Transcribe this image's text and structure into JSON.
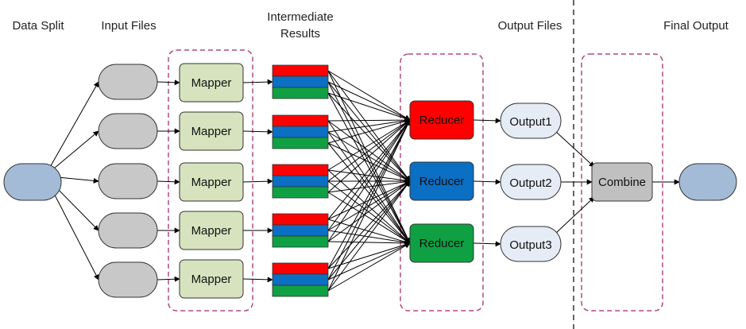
{
  "headers": {
    "data_split": "Data Split",
    "input_files": "Input Files",
    "intermediate_line1": "Intermediate",
    "intermediate_line2": "Results",
    "output_files": "Output Files",
    "final_output": "Final Output"
  },
  "mappers": [
    "Mapper",
    "Mapper",
    "Mapper",
    "Mapper",
    "Mapper"
  ],
  "reducers": [
    {
      "label": "Reducer",
      "color": "#ff0000"
    },
    {
      "label": "Reducer",
      "color": "#0b6fc4"
    },
    {
      "label": "Reducer",
      "color": "#0fa043"
    }
  ],
  "outputs": [
    "Output1",
    "Output2",
    "Output3"
  ],
  "combine": "Combine",
  "colors": {
    "source_node": "#a3bbd6",
    "input_node": "#c8c8c8",
    "mapper": "#d6e3be",
    "output_node": "#e6ecf5",
    "combine": "#c0c0c0",
    "final_node": "#a3bbd6",
    "stripe_red": "#ff0000",
    "stripe_blue": "#0b6fc4",
    "stripe_green": "#0fa043",
    "group_border": "#b04a80"
  }
}
